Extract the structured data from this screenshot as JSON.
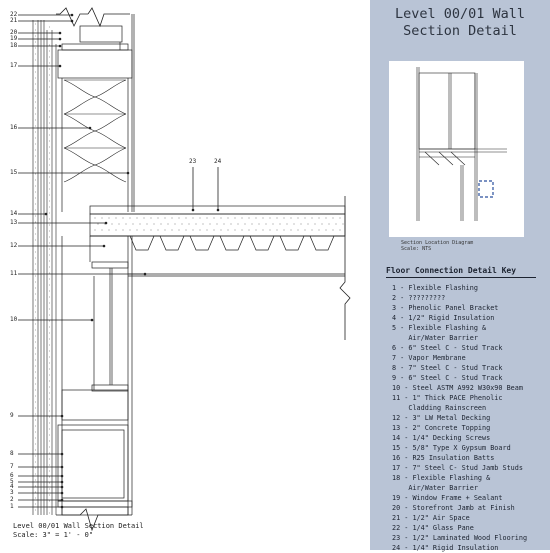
{
  "sheet": {
    "title_line1": "Level 00/01 Wall",
    "title_line2": "Section Detail",
    "drawing_title": "Level 00/01 Wall Section Detail",
    "drawing_scale": "Scale: 3\" = 1' - 0\""
  },
  "location_diagram": {
    "caption": "Section Location Diagram",
    "scale": "Scale: NTS"
  },
  "key": {
    "title": "Floor Connection Detail Key",
    "items": [
      "1 - Flexible Flashing",
      "2 - ?????????",
      "3 - Phenolic Panel Bracket",
      "4 - 1/2\" Rigid Insulation",
      "5 - Flexible Flashing &",
      "    Air/Water Barrier",
      "6 - 6\" Steel C - Stud Track",
      "7 - Vapor Membrane",
      "8 - 7\" Steel C - Stud Track",
      "9 - 6\" Steel C - Stud Track",
      "10 - Steel ASTM A992 W30x90 Beam",
      "11 - 1\" Thick PACE Phenolic",
      "    Cladding Rainscreen",
      "12 - 3\" LW Metal Decking",
      "13 - 2\" Concrete Topping",
      "14 - 1/4\" Decking Screws",
      "15 - 5/8\" Type X Gypsum Board",
      "16 - R25 Insulation Batts",
      "17 - 7\" Steel C- Stud Jamb Studs",
      "18 - Flexible Flashing &",
      "    Air/Water Barrier",
      "19 - Window Frame + Sealant",
      "20 - Storefront Jamb at Finish",
      "21 - 1/2\" Air Space",
      "22 - 1/4\" Glass Pane",
      "23 - 1/2\" Laminated Wood Flooring",
      "24 - 1/4\" Rigid Insulation"
    ]
  },
  "callouts": [
    "22",
    "21",
    "20",
    "19",
    "18",
    "17",
    "16",
    "15",
    "14",
    "13",
    "12",
    "11",
    "10",
    "9",
    "8",
    "7",
    "6",
    "5",
    "4",
    "3",
    "2",
    "1",
    "23",
    "24"
  ],
  "colors": {
    "sidebar": "#b9c4d6",
    "line": "#222222",
    "title_text": "#2d3440",
    "highlight": "#2a4f9e"
  }
}
